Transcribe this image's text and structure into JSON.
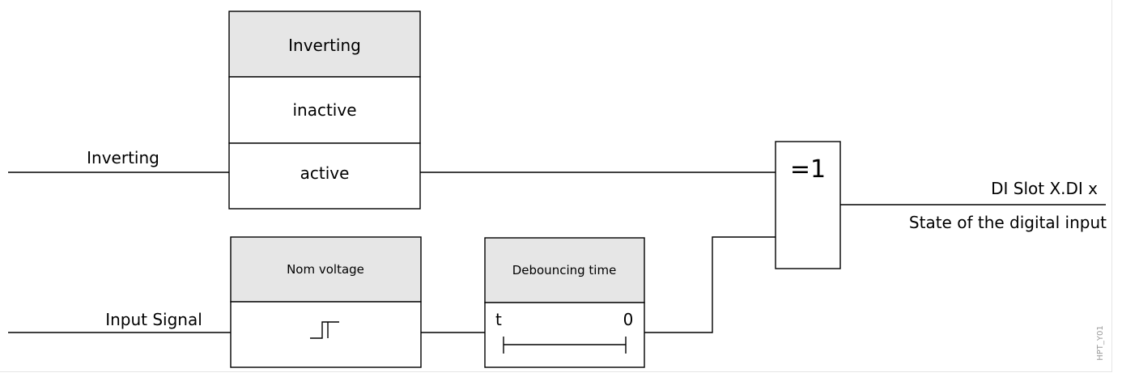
{
  "signals": {
    "inverting": "Inverting",
    "input_signal": "Input Signal"
  },
  "inverting_block": {
    "header": "Inverting",
    "option_inactive": "inactive",
    "option_active": "active"
  },
  "nom_voltage_block": {
    "header": "Nom voltage",
    "symbol": "threshold-step-icon"
  },
  "debounce_block": {
    "header": "Debouncing time",
    "label_t": "t",
    "label_0": "0",
    "symbol": "time-span-bar-icon"
  },
  "xor_gate": {
    "label": "=1"
  },
  "output": {
    "name": "DI Slot X.DI x",
    "description": "State of the digital input"
  },
  "watermark": "HPT_Y01",
  "colors": {
    "header_fill": "#e6e6e6",
    "line": "#000000",
    "background": "#ffffff"
  }
}
